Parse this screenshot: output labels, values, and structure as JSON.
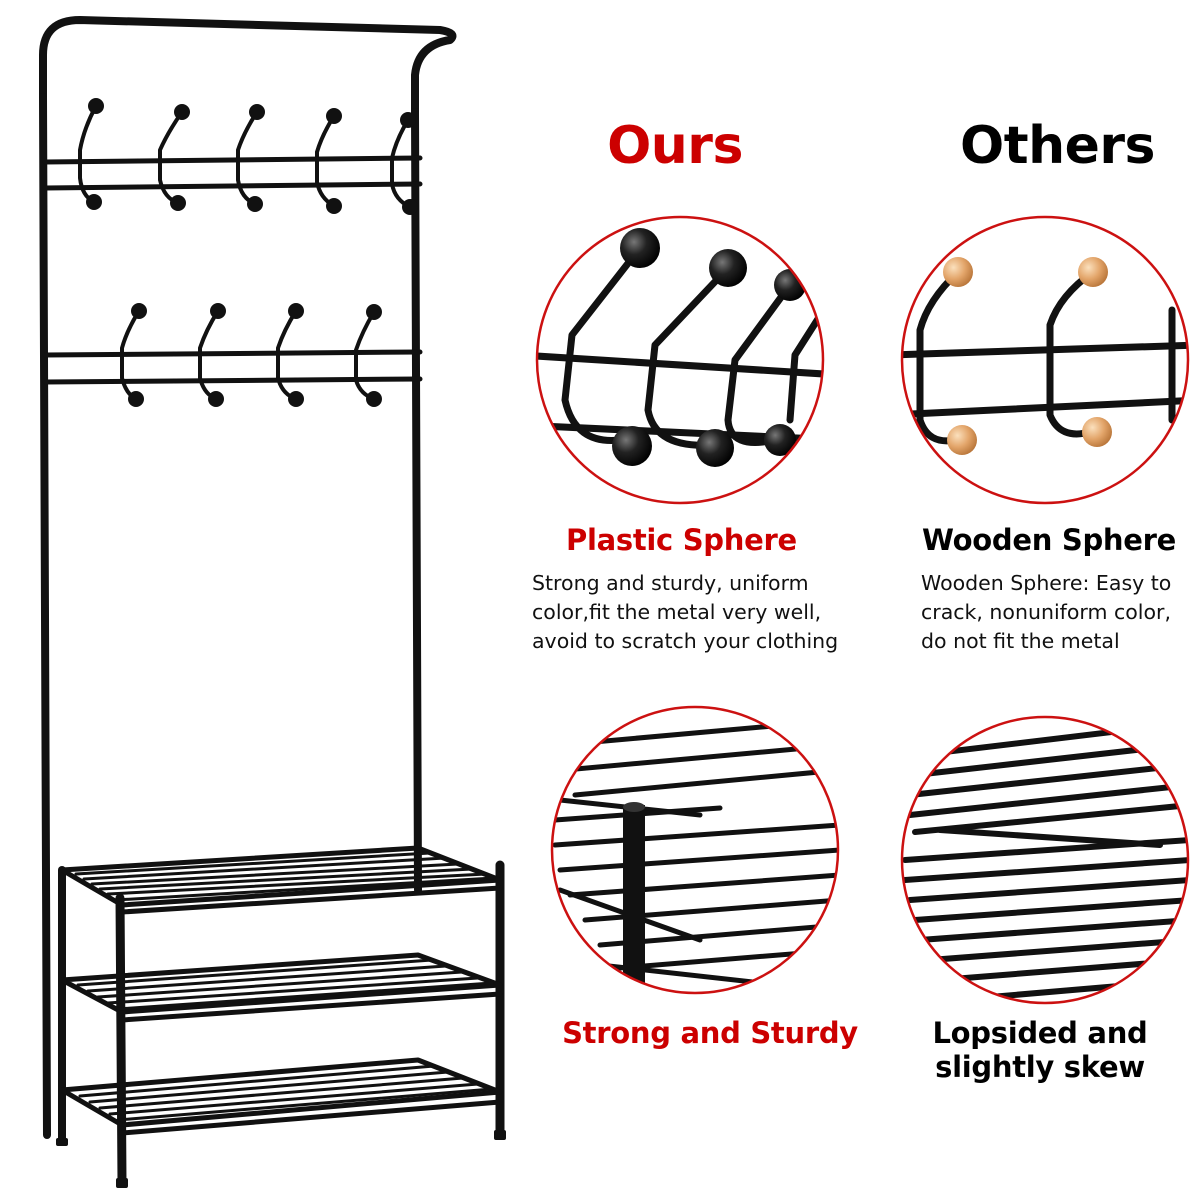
{
  "columns": {
    "ours": {
      "heading": "Ours",
      "sphere_title": "Plastic Sphere",
      "sphere_desc": [
        "Strong and sturdy, uniform",
        "color,fit the metal very well,",
        "avoid to scratch your clothing"
      ],
      "shelf_caption": [
        "Strong and Sturdy"
      ],
      "accent_color": "#cc0000"
    },
    "others": {
      "heading": "Others",
      "sphere_title": "Wooden Sphere",
      "sphere_desc": [
        "Wooden Sphere: Easy to",
        "crack, nonuniform color,",
        "do not fit the metal"
      ],
      "shelf_caption": [
        "Lopsided and",
        "slightly skew"
      ],
      "accent_color": "#000000"
    }
  },
  "colors": {
    "metal": "#111111",
    "circle_border": "#cc1111",
    "wood_sphere": "#e3a56a"
  },
  "icons": [
    "coat-rack-illustration",
    "plastic-hook-closeup",
    "wooden-hook-closeup",
    "sturdy-shelf-closeup",
    "skewed-shelf-closeup"
  ]
}
